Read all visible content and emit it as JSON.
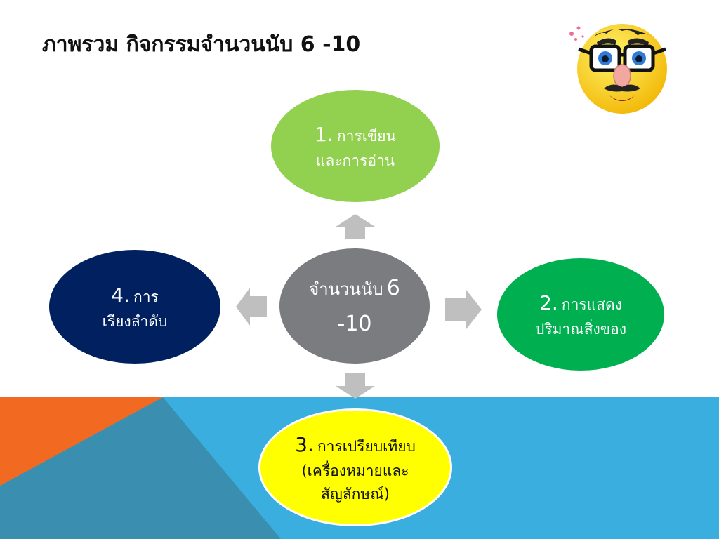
{
  "title": "ภาพรวม กิจกรรมจำนวนนับ 6 -10",
  "colors": {
    "band_blue": "#3AAFDF",
    "band_orange": "#F26A21",
    "band_teal": "#3A8FB0",
    "arrow_gray": "#BFBFBF",
    "center_gray": "#7A7C80",
    "node1_green": "#92D050",
    "node2_green": "#00B050",
    "node3_yellow": "#FFFF00",
    "node4_navy": "#002060"
  },
  "center": {
    "line1_label": "จำนวนนับ",
    "line1_num": "6",
    "line2": "-10"
  },
  "nodes": {
    "writing": {
      "num": "1.",
      "label1": "การเขียน",
      "label2": "และการอ่าน"
    },
    "showing": {
      "num": "2.",
      "label1": "การแสดง",
      "label2": "ปริมาณสิ่งของ"
    },
    "comparing": {
      "num": "3.",
      "label1": "การเปรียบเทียบ",
      "label2": "(เครื่องหมายและ",
      "label3": "สัญลักษณ์)"
    },
    "ordering": {
      "num": "4.",
      "label1": "การ",
      "label2": "เรียงลำดับ"
    }
  },
  "icons": {
    "mascot": "funny-face-glasses-mascot-icon",
    "arrows": "block-arrow-icon"
  }
}
